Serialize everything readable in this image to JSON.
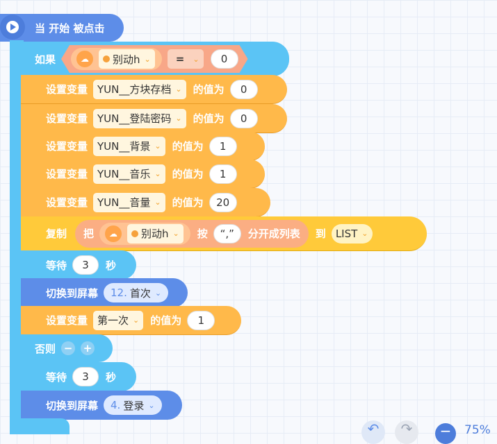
{
  "event": {
    "label": "当 开始 被点击"
  },
  "if_block": {
    "label": "如果",
    "user_name": "别动h",
    "operator": "=",
    "value": "0"
  },
  "set_vars": [
    {
      "prefix": "设置变量",
      "var": "YUN__方块存档",
      "suffix": "的值为",
      "value": "0"
    },
    {
      "prefix": "设置变量",
      "var": "YUN__登陆密码",
      "suffix": "的值为",
      "value": "0"
    },
    {
      "prefix": "设置变量",
      "var": "YUN__背景",
      "suffix": "的值为",
      "value": "1"
    },
    {
      "prefix": "设置变量",
      "var": "YUN__音乐",
      "suffix": "的值为",
      "value": "1"
    },
    {
      "prefix": "设置变量",
      "var": "YUN__音量",
      "suffix": "的值为",
      "value": "20"
    }
  ],
  "copy_block": {
    "label": "复制",
    "ba": "把",
    "user_name": "别动h",
    "an": "按",
    "separator": "“,”",
    "split_label": "分开成列表",
    "to": "到",
    "list_name": "LIST"
  },
  "wait1": {
    "label": "等待",
    "value": "3",
    "unit": "秒"
  },
  "switch1": {
    "label": "切换到屏幕",
    "screen_num": "12.",
    "screen_name": "首次"
  },
  "set_first": {
    "prefix": "设置变量",
    "var": "第一次",
    "suffix": "的值为",
    "value": "1"
  },
  "else_block": {
    "label": "否则",
    "minus": "−",
    "plus": "+"
  },
  "wait2": {
    "label": "等待",
    "value": "3",
    "unit": "秒"
  },
  "switch2": {
    "label": "切换到屏幕",
    "screen_num": "4.",
    "screen_name": "登录"
  },
  "toolbar": {
    "undo": "↶",
    "redo": "↷",
    "zoom_out": "−",
    "zoom": "75%"
  },
  "colors": {
    "event": "#5d8de8",
    "control": "#5bc4f5",
    "variable": "#ffb94a",
    "list": "#ffca3a"
  }
}
